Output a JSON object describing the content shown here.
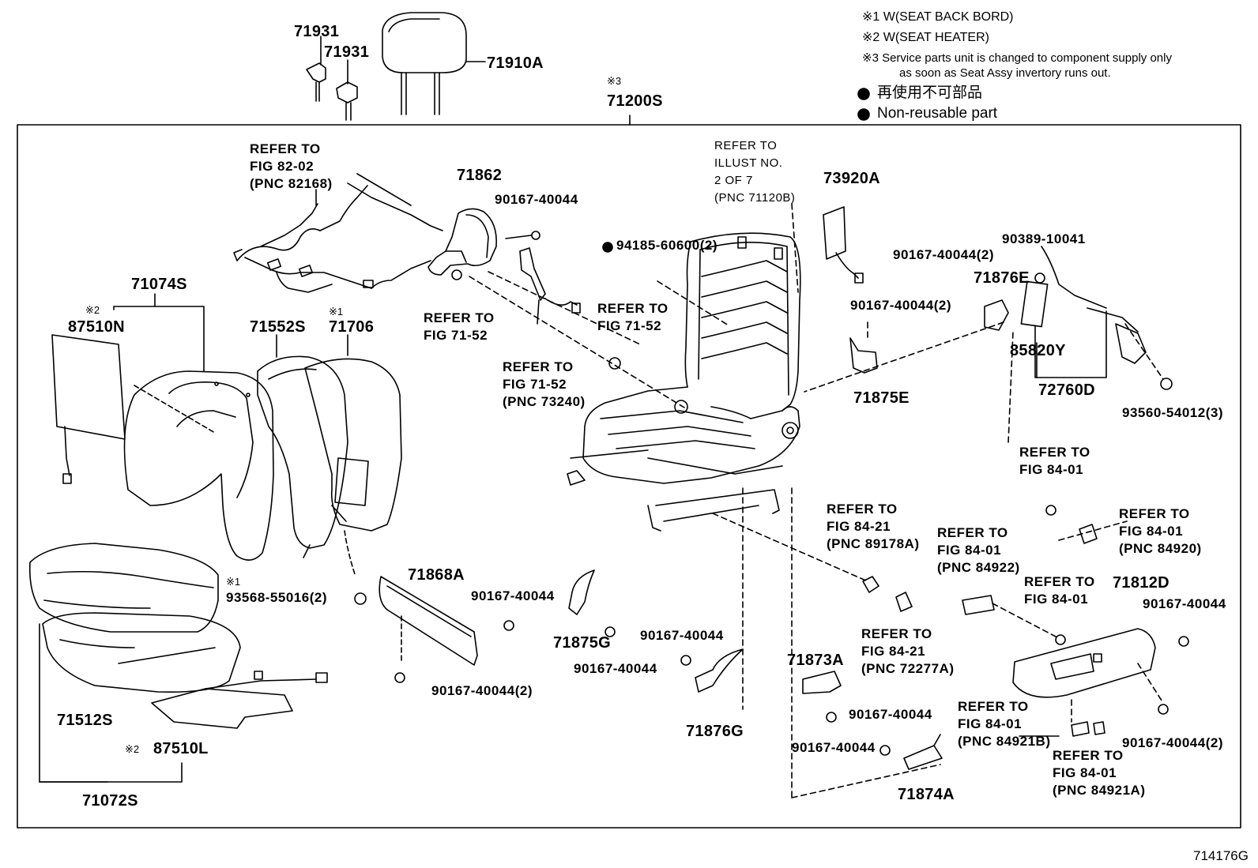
{
  "diagram_code": "714176G",
  "notes": {
    "note1": "※1 W(SEAT BACK BORD)",
    "note2": "※2 W(SEAT HEATER)",
    "note3_line1": "※3 Service parts unit is changed to component supply only",
    "note3_line2": "as soon as Seat Assy invertory runs out.",
    "legend_jp": "再使用不可部品",
    "legend_en": "Non-reusable part"
  },
  "parts": {
    "p71931a": "71931",
    "p71931b": "71931",
    "p71910A": "71910A",
    "p71200S_mark": "※3",
    "p71200S": "71200S",
    "p71074S": "71074S",
    "p87510N_mark": "※2",
    "p87510N": "87510N",
    "p71552S": "71552S",
    "p71706_mark": "※1",
    "p71706": "71706",
    "p71862": "71862",
    "p90167_a": "90167-40044",
    "p94185": "94185-60600(2)",
    "p73920A": "73920A",
    "p90389": "90389-10041",
    "p90167_b": "90167-40044(2)",
    "p71876E": "71876E",
    "p90167_c": "90167-40044(2)",
    "p85820Y": "85820Y",
    "p71875E": "71875E",
    "p72760D": "72760D",
    "p93560": "93560-54012(3)",
    "p93568_mark": "※1",
    "p93568": "93568-55016(2)",
    "p71868A": "71868A",
    "p90167_d": "90167-40044",
    "p71875G": "71875G",
    "p90167_e": "90167-40044",
    "p90167_f": "90167-40044(2)",
    "p90167_g": "90167-40044",
    "p71876G": "71876G",
    "p71873A": "71873A",
    "p90167_h": "90167-40044",
    "p90167_i": "90167-40044",
    "p71874A": "71874A",
    "p71812D": "71812D",
    "p90167_j": "90167-40044",
    "p90167_k": "90167-40044(2)",
    "p71512S": "71512S",
    "p87510L_mark": "※2",
    "p87510L": "87510L",
    "p71072S": "71072S"
  },
  "refs": {
    "r_fig8202": "REFER TO\nFIG 82-02\n(PNC 82168)",
    "r_illust": "REFER TO\nILLUST NO.\n2 OF 7\n(PNC 71120B)",
    "r_fig7152_a": "REFER TO\nFIG 71-52",
    "r_fig7152_b": "REFER TO\nFIG 71-52",
    "r_fig7152_c": "REFER TO\nFIG 71-52\n(PNC 73240)",
    "r_fig8401_a": "REFER TO\nFIG 84-01",
    "r_fig8401_b": "REFER TO\nFIG 84-01\n(PNC 84920)",
    "r_fig8421_a": "REFER TO\nFIG 84-21\n(PNC 89178A)",
    "r_fig8401_c": "REFER TO\nFIG 84-01\n(PNC 84922)",
    "r_fig8401_d": "REFER TO\nFIG 84-01",
    "r_fig8421_b": "REFER TO\nFIG 84-21\n(PNC 72277A)",
    "r_fig8401_e": "REFER TO\nFIG 84-01\n(PNC 84921B)",
    "r_fig8401_f": "REFER TO\nFIG 84-01\n(PNC 84921A)"
  }
}
